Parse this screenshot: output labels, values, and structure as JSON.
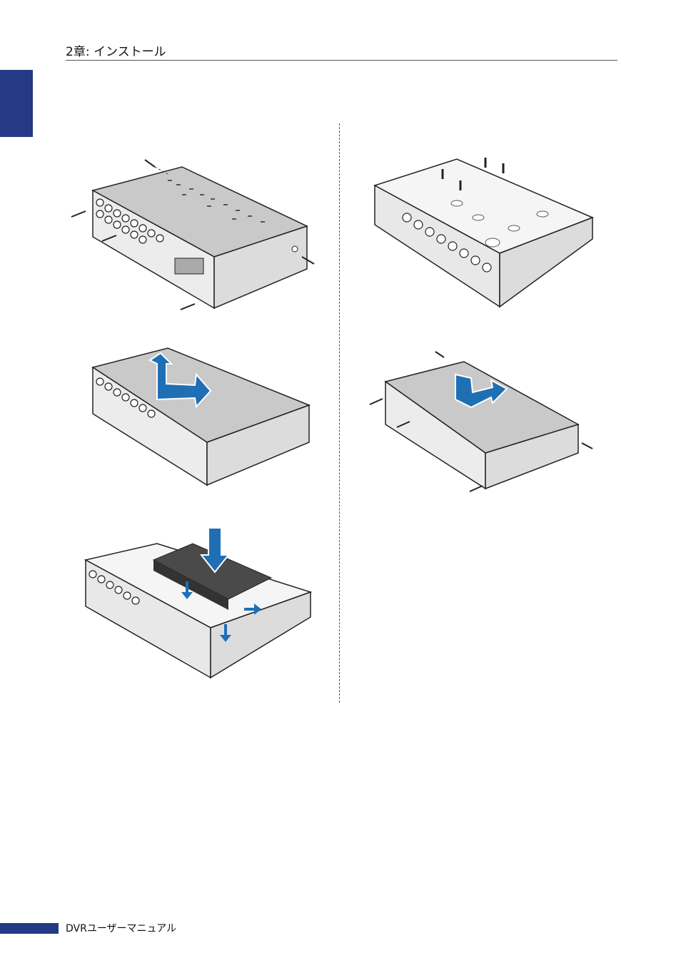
{
  "header": {
    "chapter_title": "2章: インストール"
  },
  "footer": {
    "manual_title": "DVRユーザーマニュアル"
  },
  "figures": [
    {
      "id": "fig-remove-cover-screws",
      "arrow": "none"
    },
    {
      "id": "fig-bracket-screws",
      "arrow": "none"
    },
    {
      "id": "fig-slide-cover-off",
      "arrow": "slide-back-and-lift"
    },
    {
      "id": "fig-replace-cover",
      "arrow": "lower-and-slide-forward"
    },
    {
      "id": "fig-install-hdd",
      "arrow": "press-down"
    }
  ],
  "colors": {
    "accent": "#243a84",
    "body_fill": "#c9c9c9",
    "arrow": "#1f6fb5"
  }
}
